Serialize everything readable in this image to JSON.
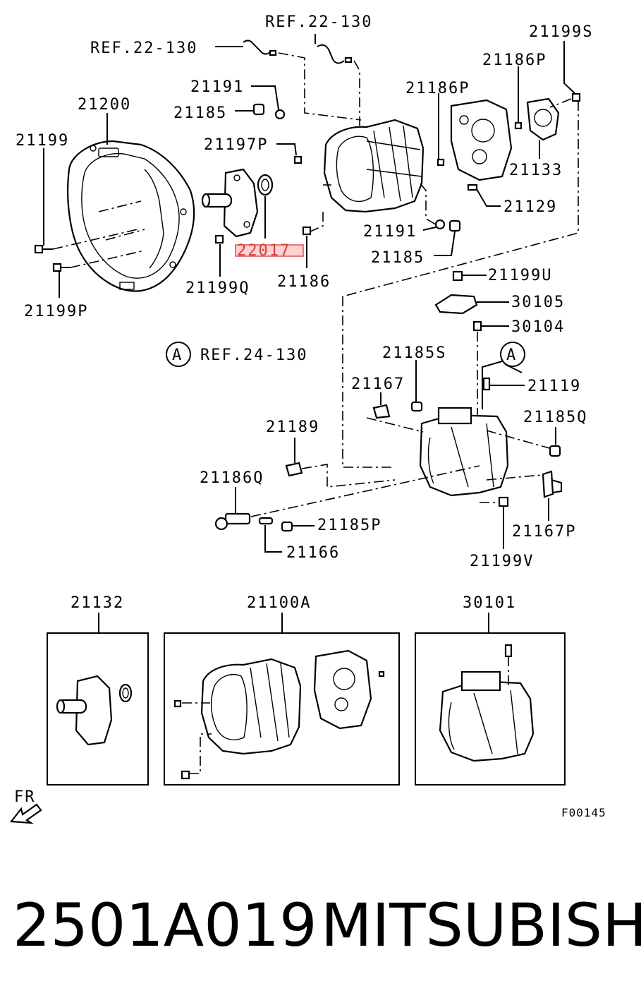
{
  "diagram": {
    "figure_code": "F00145",
    "direction_label": "FR",
    "part_number": "2501A019",
    "brand": "MITSUBISHI",
    "highlighted_part": "22017",
    "ref_circle_letter": "A",
    "callouts": {
      "ref_22_130_a": "REF.22-130",
      "ref_22_130_b": "REF.22-130",
      "ref_24_130": "REF.24-130",
      "p21199S": "21199S",
      "p21186P_a": "21186P",
      "p21186P_b": "21186P",
      "p21191_a": "21191",
      "p21185_a": "21185",
      "p21200": "21200",
      "p21199": "21199",
      "p21197P": "21197P",
      "p21133": "21133",
      "p21129": "21129",
      "p21191_b": "21191",
      "p21185_b": "21185",
      "p22017": "22017",
      "p21199Q": "21199Q",
      "p21186": "21186",
      "p21199P": "21199P",
      "p21199U": "21199U",
      "p30105": "30105",
      "p30104": "30104",
      "p21185S": "21185S",
      "p21167": "21167",
      "p21119": "21119",
      "p21189": "21189",
      "p21185Q": "21185Q",
      "p21186Q": "21186Q",
      "p21185P": "21185P",
      "p21167P": "21167P",
      "p21166": "21166",
      "p21199V": "21199V"
    },
    "assemblies": {
      "a21132": "21132",
      "a21100A": "21100A",
      "a30101": "30101"
    }
  }
}
